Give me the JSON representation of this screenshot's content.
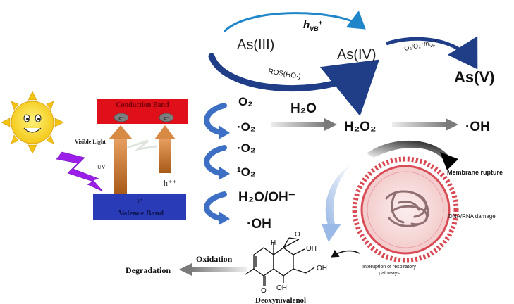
{
  "arsenic": {
    "as3": "As(III)",
    "as4": "As(IV)",
    "as5": "As(V)",
    "hvb_main": "h",
    "hvb_sub": "VB",
    "hvb_sup": "+",
    "ros": "ROS(HO·)",
    "o2_label": "O₂/O₂⁻/h",
    "o2_sub": "VB",
    "o2_sup": "+"
  },
  "semiconductor": {
    "conduction_band": "Conduction Band",
    "valence_band": "Valence Band",
    "electron": "e⁻",
    "hole": "h⁺⁺",
    "hole_in_vb": "h⁺",
    "visible_light": "Visible Light",
    "uv": "UV"
  },
  "species": {
    "o2": "O₂",
    "superoxide": "·O₂",
    "h2o": "H₂O",
    "h2o2": "H₂O₂",
    "oh_right": "·OH",
    "superoxide2": "·O₂",
    "singlet_oxygen": "¹O₂",
    "h2o_oh": "H₂O/OH⁻",
    "oh_bottom": "·OH"
  },
  "cell": {
    "membrane_rupture": "Membrane rupture",
    "dna_damage": "DNA/RNA damage",
    "respiratory_line1": "Interuption of respiratory",
    "respiratory_line2": "pathways"
  },
  "don": {
    "oxidation": "Oxidation",
    "degradation": "Degradation",
    "name": "Deoxynivalenol",
    "oh1": "OH",
    "oh2": "OH",
    "oh3": "OH",
    "o1": "O",
    "o2": "O",
    "h": "H"
  },
  "colors": {
    "conduction": "#e0101a",
    "valence": "#2a3bb8",
    "arrow_orange": "#c8782a",
    "blue_arrow": "#3d6fc4",
    "lightning": "#9b1fe8",
    "sun": "#f7d31a",
    "cell_red": "#d94a54",
    "cell_fill": "#f7e1e1"
  }
}
